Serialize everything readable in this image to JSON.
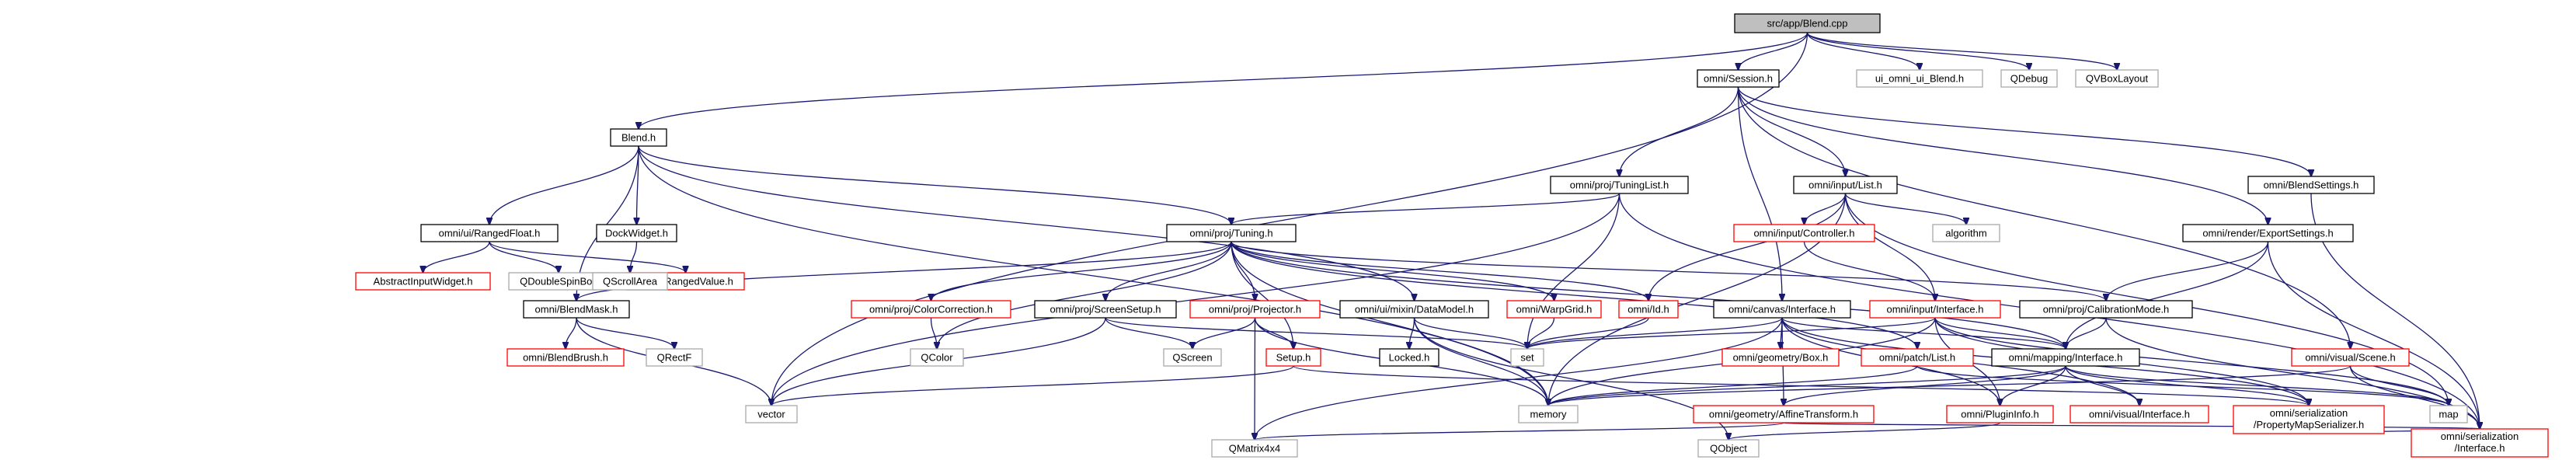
{
  "title": "src/app/Blend.cpp",
  "colors": {
    "dark": "#191970",
    "gray": "#a9a9a9",
    "red": "#ff0000",
    "black": "#000000",
    "root_fill": "#bfbfbf"
  },
  "nodes": [
    {
      "id": "blend_cpp",
      "label": "src/app/Blend.cpp",
      "kind": "root"
    },
    {
      "id": "session",
      "label": "omni/Session.h",
      "kind": "black"
    },
    {
      "id": "ui_blend",
      "label": "ui_omni_ui_Blend.h",
      "kind": "gray"
    },
    {
      "id": "qdebug",
      "label": "QDebug",
      "kind": "gray"
    },
    {
      "id": "qvbox",
      "label": "QVBoxLayout",
      "kind": "gray"
    },
    {
      "id": "blend_h",
      "label": "Blend.h",
      "kind": "black"
    },
    {
      "id": "tuninglist",
      "label": "omni/proj/TuningList.h",
      "kind": "black"
    },
    {
      "id": "inputlist",
      "label": "omni/input/List.h",
      "kind": "black"
    },
    {
      "id": "blendsettings",
      "label": "omni/BlendSettings.h",
      "kind": "black"
    },
    {
      "id": "rangedfloat",
      "label": "omni/ui/RangedFloat.h",
      "kind": "black"
    },
    {
      "id": "dockwidget",
      "label": "DockWidget.h",
      "kind": "black"
    },
    {
      "id": "tuning",
      "label": "omni/proj/Tuning.h",
      "kind": "black"
    },
    {
      "id": "controller",
      "label": "omni/input/Controller.h",
      "kind": "red"
    },
    {
      "id": "algorithm",
      "label": "algorithm",
      "kind": "gray"
    },
    {
      "id": "exportsettings",
      "label": "omni/render/ExportSettings.h",
      "kind": "black"
    },
    {
      "id": "abstractinput",
      "label": "AbstractInputWidget.h",
      "kind": "red"
    },
    {
      "id": "qdoublespin",
      "label": "QDoubleSpinBox",
      "kind": "gray"
    },
    {
      "id": "rangedvalue",
      "label": "mixin/RangedValue.h",
      "kind": "red"
    },
    {
      "id": "qscrollarea",
      "label": "QScrollArea",
      "kind": "gray"
    },
    {
      "id": "blendmask",
      "label": "omni/BlendMask.h",
      "kind": "black"
    },
    {
      "id": "colorcorrection",
      "label": "omni/proj/ColorCorrection.h",
      "kind": "red"
    },
    {
      "id": "screensetup",
      "label": "omni/proj/ScreenSetup.h",
      "kind": "black"
    },
    {
      "id": "projector",
      "label": "omni/proj/Projector.h",
      "kind": "red"
    },
    {
      "id": "datamodel",
      "label": "omni/ui/mixin/DataModel.h",
      "kind": "black"
    },
    {
      "id": "warpgrid",
      "label": "omni/WarpGrid.h",
      "kind": "red"
    },
    {
      "id": "idh",
      "label": "omni/Id.h",
      "kind": "red"
    },
    {
      "id": "canvasiface",
      "label": "omni/canvas/Interface.h",
      "kind": "black"
    },
    {
      "id": "inputiface",
      "label": "omni/input/Interface.h",
      "kind": "red"
    },
    {
      "id": "calibmode",
      "label": "omni/proj/CalibrationMode.h",
      "kind": "black"
    },
    {
      "id": "blendbrush",
      "label": "omni/BlendBrush.h",
      "kind": "red"
    },
    {
      "id": "qrectf",
      "label": "QRectF",
      "kind": "gray"
    },
    {
      "id": "qcolor",
      "label": "QColor",
      "kind": "gray"
    },
    {
      "id": "qscreen",
      "label": "QScreen",
      "kind": "gray"
    },
    {
      "id": "setuph",
      "label": "Setup.h",
      "kind": "red"
    },
    {
      "id": "locked",
      "label": "Locked.h",
      "kind": "black"
    },
    {
      "id": "set",
      "label": "set",
      "kind": "gray"
    },
    {
      "id": "geombox",
      "label": "omni/geometry/Box.h",
      "kind": "red"
    },
    {
      "id": "patchlist",
      "label": "omni/patch/List.h",
      "kind": "red"
    },
    {
      "id": "mappingiface",
      "label": "omni/mapping/Interface.h",
      "kind": "black"
    },
    {
      "id": "visualscene",
      "label": "omni/visual/Scene.h",
      "kind": "red"
    },
    {
      "id": "vector",
      "label": "vector",
      "kind": "gray"
    },
    {
      "id": "memory",
      "label": "memory",
      "kind": "gray"
    },
    {
      "id": "affine",
      "label": "omni/geometry/AffineTransform.h",
      "kind": "red"
    },
    {
      "id": "plugininfo",
      "label": "omni/PluginInfo.h",
      "kind": "red"
    },
    {
      "id": "visualiface",
      "label": "omni/visual/Interface.h",
      "kind": "red"
    },
    {
      "id": "propmap",
      "label": "omni/serialization\n/PropertyMapSerializer.h",
      "kind": "red"
    },
    {
      "id": "map",
      "label": "map",
      "kind": "gray"
    },
    {
      "id": "qmatrix",
      "label": "QMatrix4x4",
      "kind": "gray"
    },
    {
      "id": "qobject",
      "label": "QObject",
      "kind": "gray"
    },
    {
      "id": "seriface",
      "label": "omni/serialization\n/Interface.h",
      "kind": "red"
    }
  ],
  "edges": [
    [
      "blend_cpp",
      "session"
    ],
    [
      "blend_cpp",
      "ui_blend"
    ],
    [
      "blend_cpp",
      "qdebug"
    ],
    [
      "blend_cpp",
      "qvbox"
    ],
    [
      "blend_cpp",
      "blend_h"
    ],
    [
      "blend_cpp",
      "vector"
    ],
    [
      "session",
      "tuninglist"
    ],
    [
      "session",
      "inputlist"
    ],
    [
      "session",
      "blendsettings"
    ],
    [
      "session",
      "exportsettings"
    ],
    [
      "session",
      "canvasiface"
    ],
    [
      "session",
      "visualscene"
    ],
    [
      "blend_h",
      "rangedfloat"
    ],
    [
      "blend_h",
      "dockwidget"
    ],
    [
      "blend_h",
      "tuning"
    ],
    [
      "blend_h",
      "datamodel"
    ],
    [
      "blend_h",
      "blendmask"
    ],
    [
      "blend_h",
      "memory"
    ],
    [
      "tuninglist",
      "tuning"
    ],
    [
      "tuninglist",
      "set"
    ],
    [
      "tuninglist",
      "seriface"
    ],
    [
      "tuninglist",
      "vector"
    ],
    [
      "inputlist",
      "controller"
    ],
    [
      "inputlist",
      "algorithm"
    ],
    [
      "inputlist",
      "idh"
    ],
    [
      "inputlist",
      "inputiface"
    ],
    [
      "inputlist",
      "map"
    ],
    [
      "inputlist",
      "memory"
    ],
    [
      "blendsettings",
      "seriface"
    ],
    [
      "rangedfloat",
      "abstractinput"
    ],
    [
      "rangedfloat",
      "qdoublespin"
    ],
    [
      "rangedfloat",
      "rangedvalue"
    ],
    [
      "dockwidget",
      "qscrollarea"
    ],
    [
      "tuning",
      "blendmask"
    ],
    [
      "tuning",
      "colorcorrection"
    ],
    [
      "tuning",
      "screensetup"
    ],
    [
      "tuning",
      "projector"
    ],
    [
      "tuning",
      "warpgrid"
    ],
    [
      "tuning",
      "idh"
    ],
    [
      "tuning",
      "calibmode"
    ],
    [
      "tuning",
      "setuph"
    ],
    [
      "tuning",
      "qcolor"
    ],
    [
      "tuning",
      "memory"
    ],
    [
      "tuning",
      "mappingiface"
    ],
    [
      "tuning",
      "patchlist"
    ],
    [
      "controller",
      "inputiface"
    ],
    [
      "exportsettings",
      "calibmode"
    ],
    [
      "exportsettings",
      "mappingiface"
    ],
    [
      "exportsettings",
      "seriface"
    ],
    [
      "blendmask",
      "blendbrush"
    ],
    [
      "blendmask",
      "qrectf"
    ],
    [
      "blendmask",
      "vector"
    ],
    [
      "colorcorrection",
      "qcolor"
    ],
    [
      "screensetup",
      "qscreen"
    ],
    [
      "screensetup",
      "set"
    ],
    [
      "screensetup",
      "vector"
    ],
    [
      "projector",
      "qscreen"
    ],
    [
      "projector",
      "setuph"
    ],
    [
      "projector",
      "qmatrix"
    ],
    [
      "projector",
      "memory"
    ],
    [
      "datamodel",
      "locked"
    ],
    [
      "datamodel",
      "set"
    ],
    [
      "datamodel",
      "memory"
    ],
    [
      "datamodel",
      "qobject"
    ],
    [
      "warpgrid",
      "set"
    ],
    [
      "idh",
      "set"
    ],
    [
      "canvasiface",
      "geombox"
    ],
    [
      "canvasiface",
      "mappingiface"
    ],
    [
      "canvasiface",
      "affine"
    ],
    [
      "canvasiface",
      "plugininfo"
    ],
    [
      "canvasiface",
      "visualiface"
    ],
    [
      "canvasiface",
      "qmatrix"
    ],
    [
      "canvasiface",
      "propmap"
    ],
    [
      "canvasiface",
      "set"
    ],
    [
      "inputiface",
      "mappingiface"
    ],
    [
      "inputiface",
      "set"
    ],
    [
      "inputiface",
      "memory"
    ],
    [
      "inputiface",
      "plugininfo"
    ],
    [
      "inputiface",
      "propmap"
    ],
    [
      "inputiface",
      "map"
    ],
    [
      "calibmode",
      "mappingiface"
    ],
    [
      "calibmode",
      "seriface"
    ],
    [
      "setuph",
      "vector"
    ],
    [
      "setuph",
      "propmap"
    ],
    [
      "patchlist",
      "memory"
    ],
    [
      "patchlist",
      "map"
    ],
    [
      "mappingiface",
      "plugininfo"
    ],
    [
      "mappingiface",
      "affine"
    ],
    [
      "mappingiface",
      "visualiface"
    ],
    [
      "mappingiface",
      "memory"
    ],
    [
      "mappingiface",
      "propmap"
    ],
    [
      "mappingiface",
      "map"
    ],
    [
      "visualscene",
      "memory"
    ],
    [
      "visualscene",
      "map"
    ],
    [
      "visualscene",
      "seriface"
    ],
    [
      "affine",
      "qmatrix"
    ],
    [
      "affine",
      "seriface"
    ],
    [
      "plugininfo",
      "qobject"
    ],
    [
      "propmap",
      "seriface"
    ]
  ]
}
